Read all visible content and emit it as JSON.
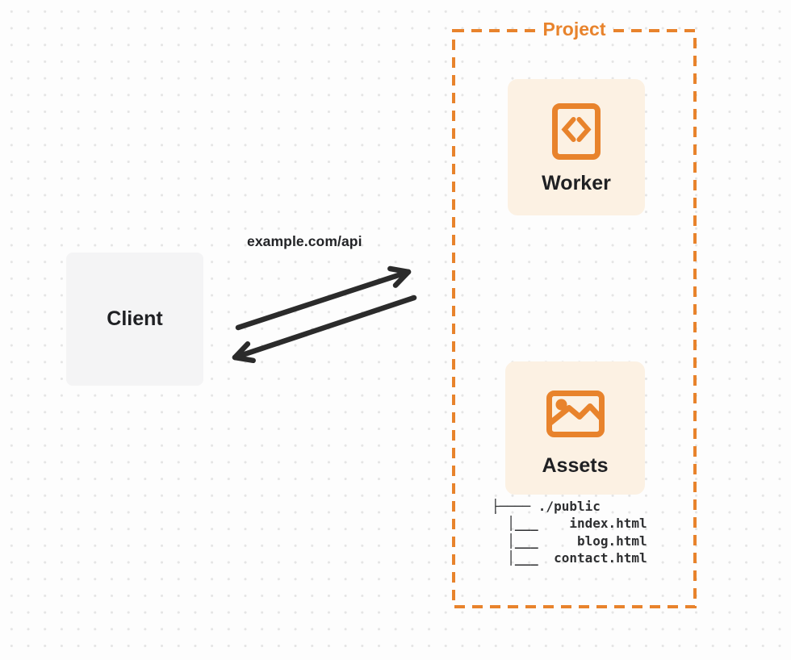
{
  "page": {
    "background": "#FDFDFD",
    "dot_color": "#E5E5E5"
  },
  "colors": {
    "accent_orange": "#E8832C",
    "card_cream": "#FCF1E3",
    "client_gray": "#F4F4F5",
    "arrow_dark": "#2B2B2B",
    "text_dark": "#1F2023"
  },
  "client": {
    "label": "Client"
  },
  "request": {
    "label": "example.com/api"
  },
  "project": {
    "label": "Project",
    "worker": {
      "label": "Worker",
      "icon": "code-file-icon"
    },
    "assets": {
      "label": "Assets",
      "icon": "image-icon",
      "tree_text": "├──── ./public\n  │___    index.html\n  │___     blog.html\n  │___  contact.html",
      "tree_files": [
        "./public",
        "index.html",
        "blog.html",
        "contact.html"
      ]
    }
  }
}
